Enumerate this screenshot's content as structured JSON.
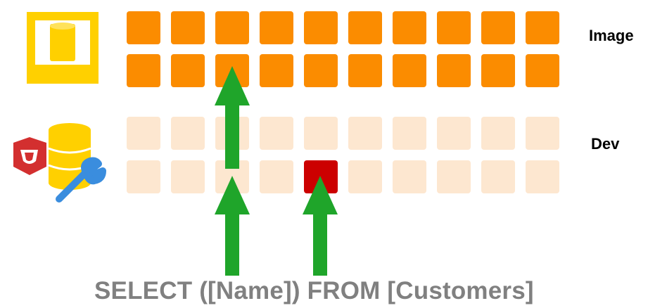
{
  "labels": {
    "image": "Image",
    "dev": "Dev"
  },
  "query": "SELECT ([Name]) FROM [Customers]",
  "colors": {
    "image_cell": "#FB8C00",
    "dev_cell": "#FDE7D0",
    "highlight_cell": "#CC0000",
    "arrow": "#1FA52A",
    "query_text": "#808080",
    "database_yellow": "#FFD000",
    "wrench_blue": "#3A8DDE",
    "badge_red": "#D32F2F"
  },
  "grid": {
    "columns": 10,
    "image_rows": 2,
    "dev_rows": 2,
    "highlight": {
      "row": "dev-2",
      "column": 5
    }
  },
  "icons": {
    "image": "database-image-icon",
    "dev": "database-dev-tools-icon"
  }
}
